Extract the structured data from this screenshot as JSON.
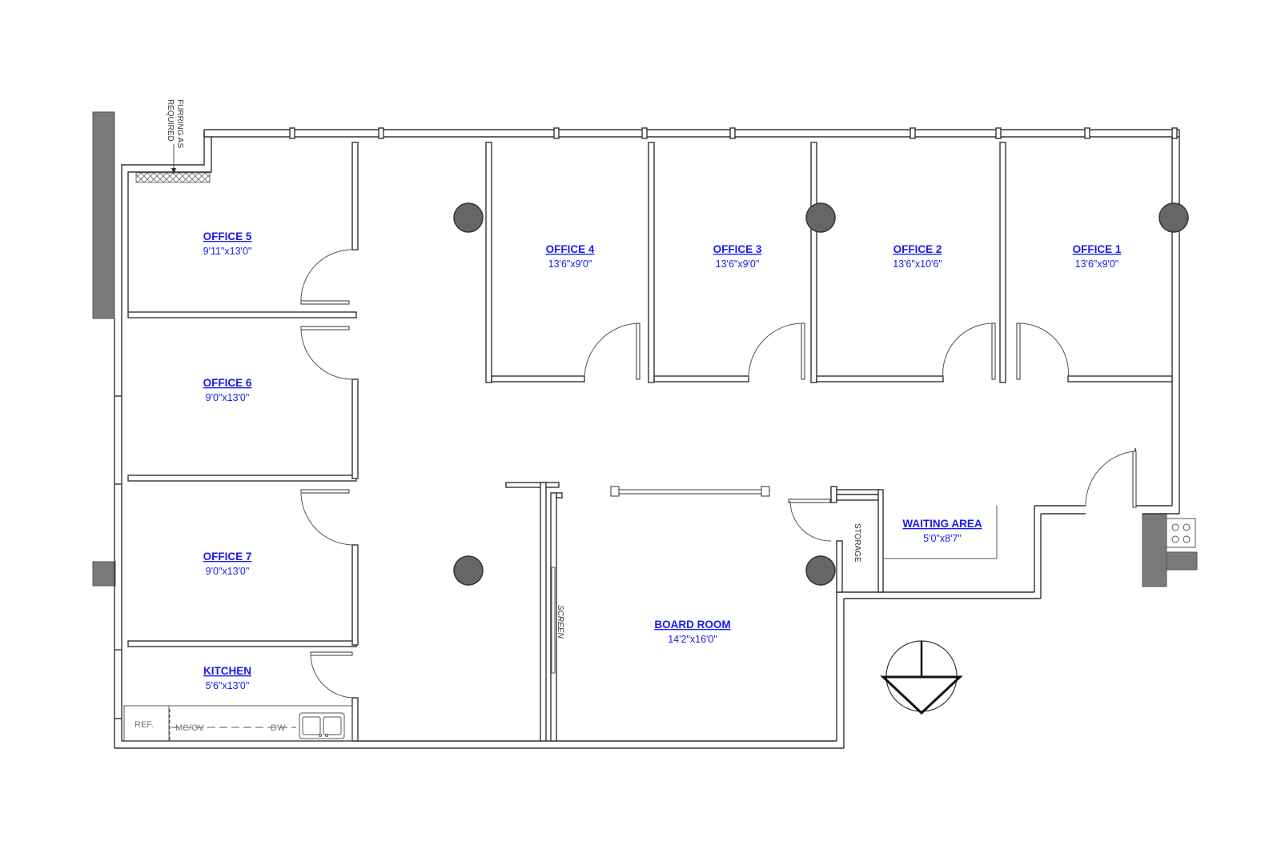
{
  "rooms": [
    {
      "key": "office5",
      "name": "OFFICE 5",
      "dim": "9'11\"x13'0\""
    },
    {
      "key": "office6",
      "name": "OFFICE 6",
      "dim": "9'0\"x13'0\""
    },
    {
      "key": "office7",
      "name": "OFFICE 7",
      "dim": "9'0\"x13'0\""
    },
    {
      "key": "kitchen",
      "name": "KITCHEN",
      "dim": "5'6\"x13'0\""
    },
    {
      "key": "office4",
      "name": "OFFICE 4",
      "dim": "13'6\"x9'0\""
    },
    {
      "key": "office3",
      "name": "OFFICE 3",
      "dim": "13'6\"x9'0\""
    },
    {
      "key": "office2",
      "name": "OFFICE 2",
      "dim": "13'6\"x10'6\""
    },
    {
      "key": "office1",
      "name": "OFFICE 1",
      "dim": "13'6\"x9'0\""
    },
    {
      "key": "waiting",
      "name": "WAITING AREA",
      "dim": "5'0\"x8'7\""
    },
    {
      "key": "boardroom",
      "name": "BOARD ROOM",
      "dim": "14'2\"x16'0\""
    }
  ],
  "notes": {
    "furring_line1": "FURRING AS",
    "furring_line2": "REQUIRED",
    "storage": "STORAGE",
    "screen": "SCREEN"
  },
  "appliances": {
    "ref": "REF.",
    "mcov": "MC/OV",
    "dw": "DW"
  },
  "colors": {
    "room_label": "#1a1aee",
    "wall": "#333333",
    "column": "#666666"
  },
  "icons": {
    "north": "north-arrow-icon",
    "stove": "stove-icon",
    "sink": "sink-icon"
  }
}
